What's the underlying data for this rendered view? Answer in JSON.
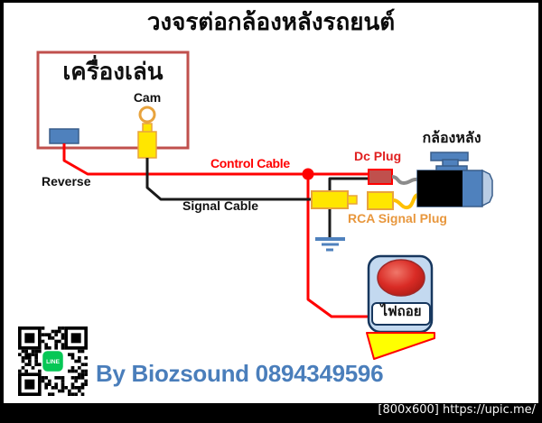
{
  "title": "วงจรต่อกล้องหลังรถยนต์",
  "diagram": {
    "player": {
      "label": "เครื่องเล่น",
      "cam_port_label": "Cam",
      "reverse_label": "Reverse"
    },
    "cables": {
      "control_label": "Control Cable",
      "signal_label": "Signal Cable"
    },
    "plugs": {
      "dc_label": "Dc Plug",
      "rca_label": "RCA Signal Plug"
    },
    "camera_label": "กล้องหลัง",
    "reverse_light_label": "ไฟถอย"
  },
  "footer": {
    "byline": "By Biozsound 0894349596",
    "qr_line_label": "LINE"
  },
  "watermark": "[800x600] https://upic.me/",
  "colors": {
    "wire_red": "#ff0000",
    "wire_black": "#1a1a1a",
    "wire_gray": "#8c8c8c",
    "wire_yellow": "#ffc000",
    "steel_blue": "#4f81bd",
    "connector_yellow": "#ffe600",
    "connector_orange_border": "#e8a33d",
    "dc_plug_fill": "#c0504d",
    "player_box_border": "#c0504d",
    "lamp_housing_fill": "#c3d9f0",
    "lamp_housing_border": "#17375e",
    "bulb_red": "#d92b25",
    "line_green": "#06c755",
    "byline_blue": "#4a7ebb"
  }
}
